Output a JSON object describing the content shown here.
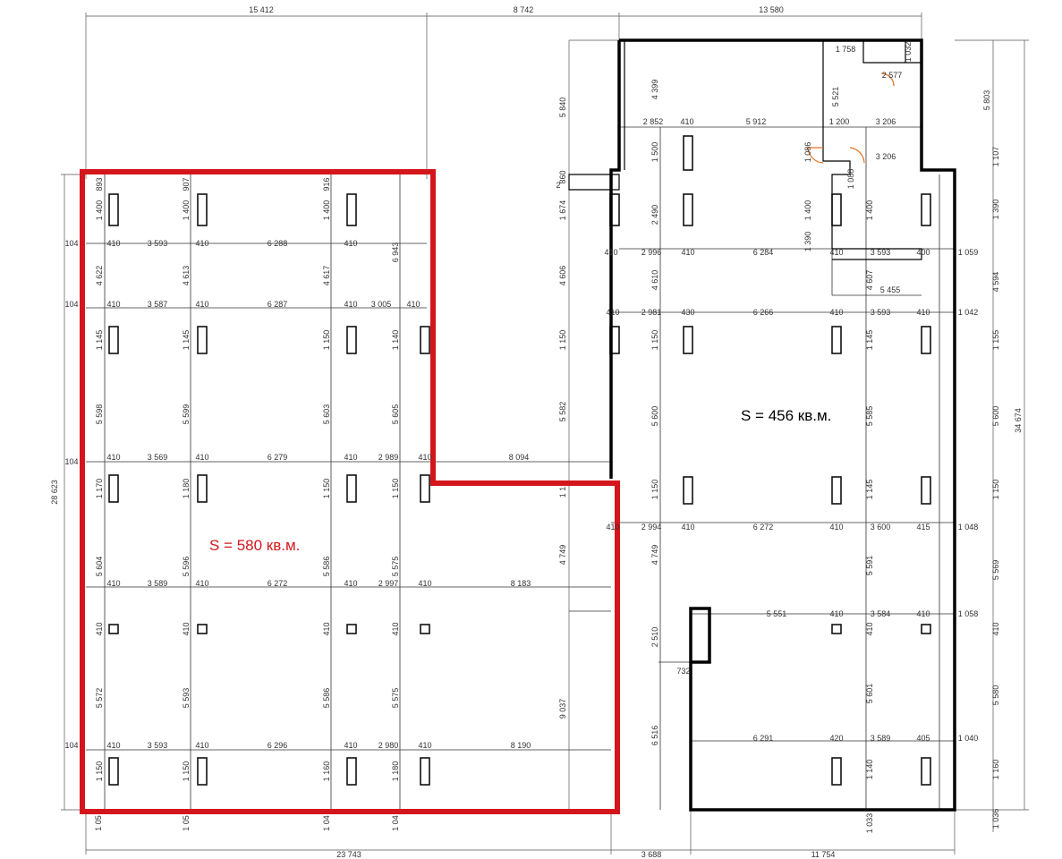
{
  "areas": {
    "right": {
      "label": "S = 456 кв.м.",
      "color": "#000000"
    },
    "left": {
      "label": "S = 580 кв.м.",
      "color": "#d4161c"
    }
  },
  "colors": {
    "outline_red": "#d4161c",
    "wall": "#000000",
    "door": "#e07020"
  },
  "dimensions": {
    "top": [
      "15 412",
      "8 742",
      "13 580"
    ],
    "bottom": [
      "23 743",
      "3 688",
      "11 754"
    ],
    "left_total": "28 623",
    "right_total": "34 674",
    "right_col": [
      "5 803",
      "1 107",
      "1 390",
      "4 594",
      "1 155",
      "5 600",
      "1 150",
      "5 569",
      "5 580",
      "1 160",
      "1 036"
    ],
    "left_grid_rows": [
      [
        "410",
        "3 593",
        "410",
        "6 288",
        "410"
      ],
      [
        "410",
        "3 587",
        "410",
        "6 287",
        "410",
        "3 005",
        "410"
      ],
      [
        "410",
        "3 569",
        "410",
        "6 279",
        "410",
        "2 989",
        "410",
        "8 094"
      ],
      [
        "410",
        "3 589",
        "410",
        "6 272",
        "410",
        "2 997",
        "410",
        "8 183"
      ],
      [
        "410",
        "3 593",
        "410",
        "6 296",
        "410",
        "2 980",
        "410",
        "8 190"
      ]
    ],
    "left_vert_rows": [
      [
        "1 400",
        "893",
        "1 400",
        "907",
        "1 400",
        "916"
      ],
      [
        "4 622",
        "4 613",
        "4 617",
        "6 943"
      ],
      [
        "1 145",
        "1 145",
        "1 150",
        "1 140"
      ],
      [
        "5 598",
        "5 599",
        "5 603",
        "5 605"
      ],
      [
        "1 170",
        "1 180",
        "1 150",
        "1 150"
      ],
      [
        "5 604",
        "5 596",
        "5 586",
        "5 575"
      ],
      [
        "410",
        "410",
        "410",
        "410"
      ],
      [
        "5 572",
        "5 593",
        "5 586",
        "5 575"
      ],
      [
        "1 150",
        "1 150",
        "1 160",
        "1 180"
      ]
    ],
    "left_side": [
      "104",
      "104",
      "104",
      "104"
    ],
    "bottom_small": [
      "1 05",
      "1 05",
      "1 04",
      "1 04",
      "1 033",
      "1 036"
    ],
    "right_grid_rows": [
      [
        "2 852",
        "410",
        "5 912",
        "1 200",
        "3 206"
      ],
      [
        "3 206"
      ],
      [
        "410",
        "2 996",
        "410",
        "6 284",
        "410",
        "3 593",
        "400",
        "1 059"
      ],
      [
        "5 455"
      ],
      [
        "410",
        "2 981",
        "430",
        "6 266",
        "410",
        "3 593",
        "410",
        "1 042"
      ],
      [
        "410",
        "2 994",
        "410",
        "6 272",
        "410",
        "3 600",
        "415",
        "1 048"
      ],
      [
        "5 551",
        "410",
        "3 584",
        "410",
        "1 058"
      ],
      [
        "6 291",
        "420",
        "3 589",
        "405",
        "1 040"
      ]
    ],
    "right_vert": [
      "4 399",
      "5 840",
      "1 758",
      "1 032",
      "2 577",
      "5 521",
      "1 500",
      "2 490",
      "1 086",
      "1 088",
      "1 674",
      "860",
      "2",
      "1 400",
      "1 390",
      "1 400",
      "4 606",
      "4 610",
      "4 607",
      "1 150",
      "1 150",
      "1 145",
      "5 582",
      "5 600",
      "5 585",
      "1 150",
      "1 145",
      "4 749",
      "4 749",
      "5 591",
      "2 510",
      "732",
      "9 037",
      "6 516",
      "5 601",
      "1 140",
      "410",
      "410",
      "1 1"
    ]
  }
}
